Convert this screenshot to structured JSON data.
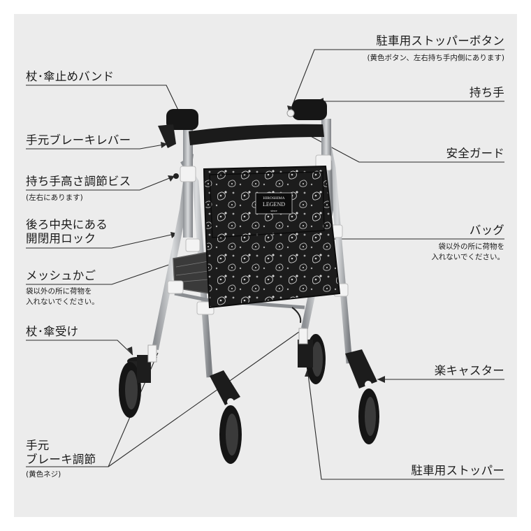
{
  "labels": {
    "band": "杖･傘止めバンド",
    "brake_lever": "手元ブレーキレバー",
    "height_screw": "持ち手高さ調節ビス",
    "height_screw_note": "(左右にあります)",
    "lock_line1": "後ろ中央にある",
    "lock_line2": "開閉用ロック",
    "mesh": "メッシュかご",
    "mesh_note1": "袋以外の所に荷物を",
    "mesh_note2": "入れないでください。",
    "cane_holder": "杖･傘受け",
    "brake_adj_line1": "手元",
    "brake_adj_line2": "ブレーキ調節",
    "brake_adj_note": "(黄色ネジ)",
    "parking_button": "駐車用ストッパーボタン",
    "parking_button_note": "(黄色ボタン、左右持ち手内側にあります)",
    "handle": "持ち手",
    "guard": "安全ガード",
    "bag": "バッグ",
    "bag_note1": "袋以外の所に荷物を",
    "bag_note2": "入れないでください。",
    "caster": "楽キャスター",
    "parking_stopper": "駐車用ストッパー"
  },
  "product_logo": {
    "line1": "HIROSHIMA",
    "line2": "LEGEND",
    "line3": "since"
  },
  "colors": {
    "background": "#ececec",
    "frame": "#a9acb0",
    "bag": "#1c1c1c",
    "pattern": "#c8c8c8",
    "wheel": "#151515",
    "leader_line": "#2a2a2a"
  }
}
